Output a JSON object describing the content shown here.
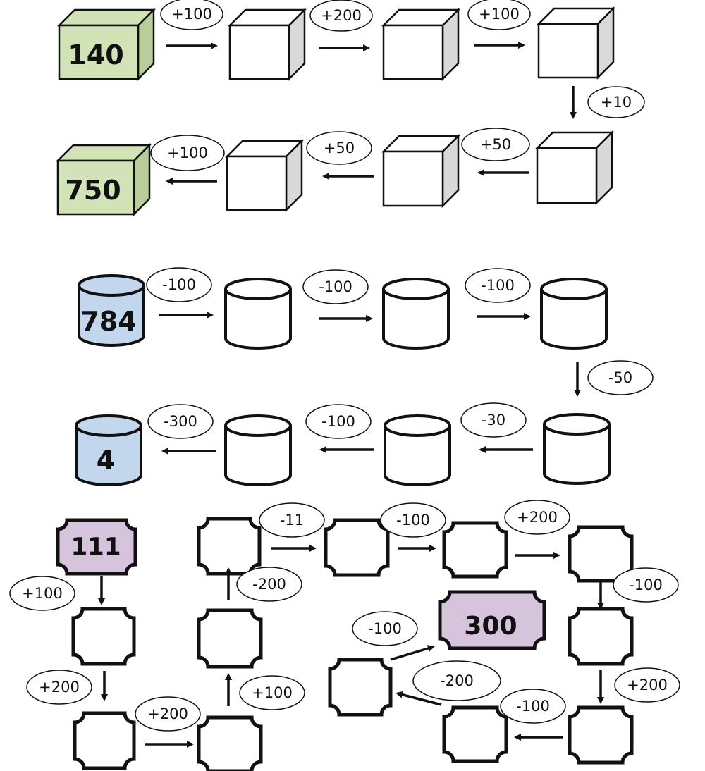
{
  "colors": {
    "cube_green": "#d3e3b8",
    "cube_green_side": "#b9cd9a",
    "cube_side_white": "#d9d9d9",
    "cylinder_blue": "#c2d6ee",
    "badge_purple": "#d5c4db",
    "stroke": "#111111",
    "background": "#ffffff"
  },
  "cube_chain": {
    "start_value": "140",
    "end_value": "750",
    "operations": [
      "+100",
      "+200",
      "+100",
      "+10",
      "+50",
      "+50",
      "+100"
    ]
  },
  "cylinder_chain": {
    "start_value": "784",
    "end_value": "4",
    "operations": [
      "-100",
      "-100",
      "-100",
      "-50",
      "-30",
      "-100",
      "-300"
    ]
  },
  "frame_chain": {
    "start_value": "111",
    "end_value": "300",
    "operations": [
      "+100",
      "+200",
      "+200",
      "+100",
      "-200",
      "-11",
      "-100",
      "+200",
      "-100",
      "+200",
      "-100",
      "-200",
      "-100"
    ]
  }
}
